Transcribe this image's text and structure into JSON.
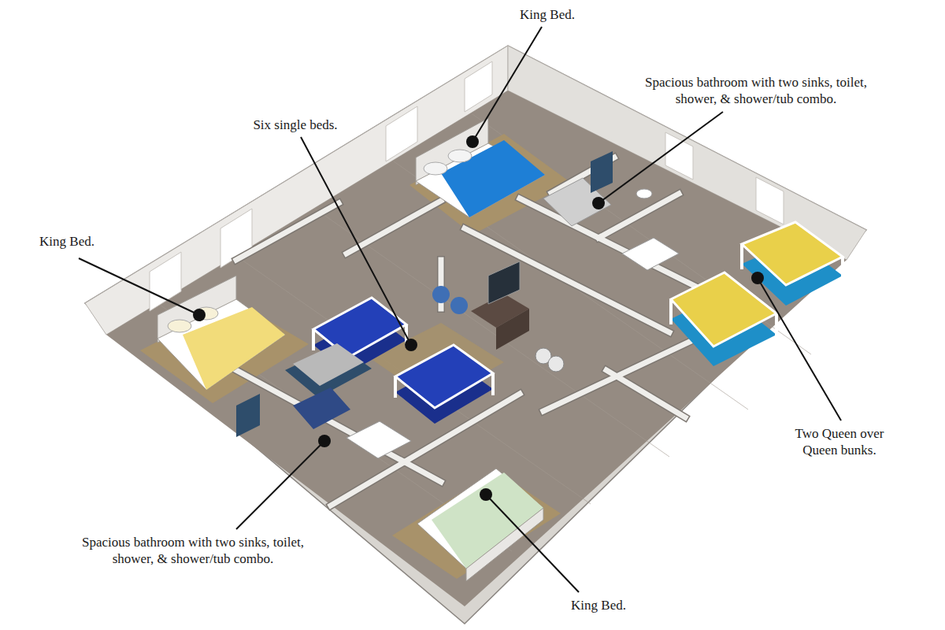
{
  "diagram": {
    "labels": [
      "King Bed.",
      "Spacious bathroom with two sinks, toilet, shower, & shower/tub combo.",
      "Six single beds.",
      "King Bed.",
      "Two Queen over Queen bunks.",
      "Spacious bathroom with two sinks, toilet, shower, & shower/tub combo.",
      "King Bed."
    ]
  }
}
